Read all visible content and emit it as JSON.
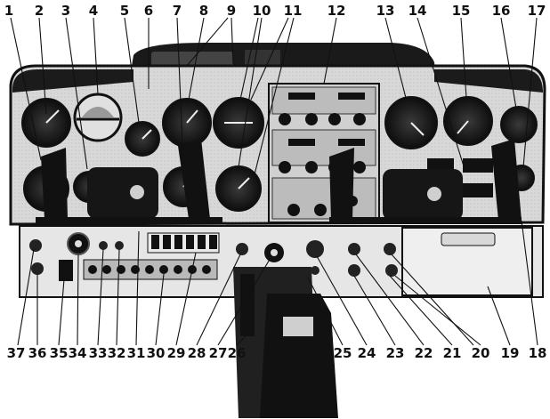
{
  "labels_top": [
    "1",
    "2",
    "3",
    "4",
    "5",
    "6",
    "7",
    "8",
    "9",
    "10",
    "11",
    "12",
    "13",
    "14",
    "15",
    "16",
    "17"
  ],
  "labels_bottom": [
    "37",
    "36",
    "35",
    "34",
    "33",
    "32",
    "31",
    "30",
    "29",
    "28",
    "27",
    "26",
    "25",
    "24",
    "23",
    "22",
    "21",
    "20",
    "19",
    "18"
  ]
}
